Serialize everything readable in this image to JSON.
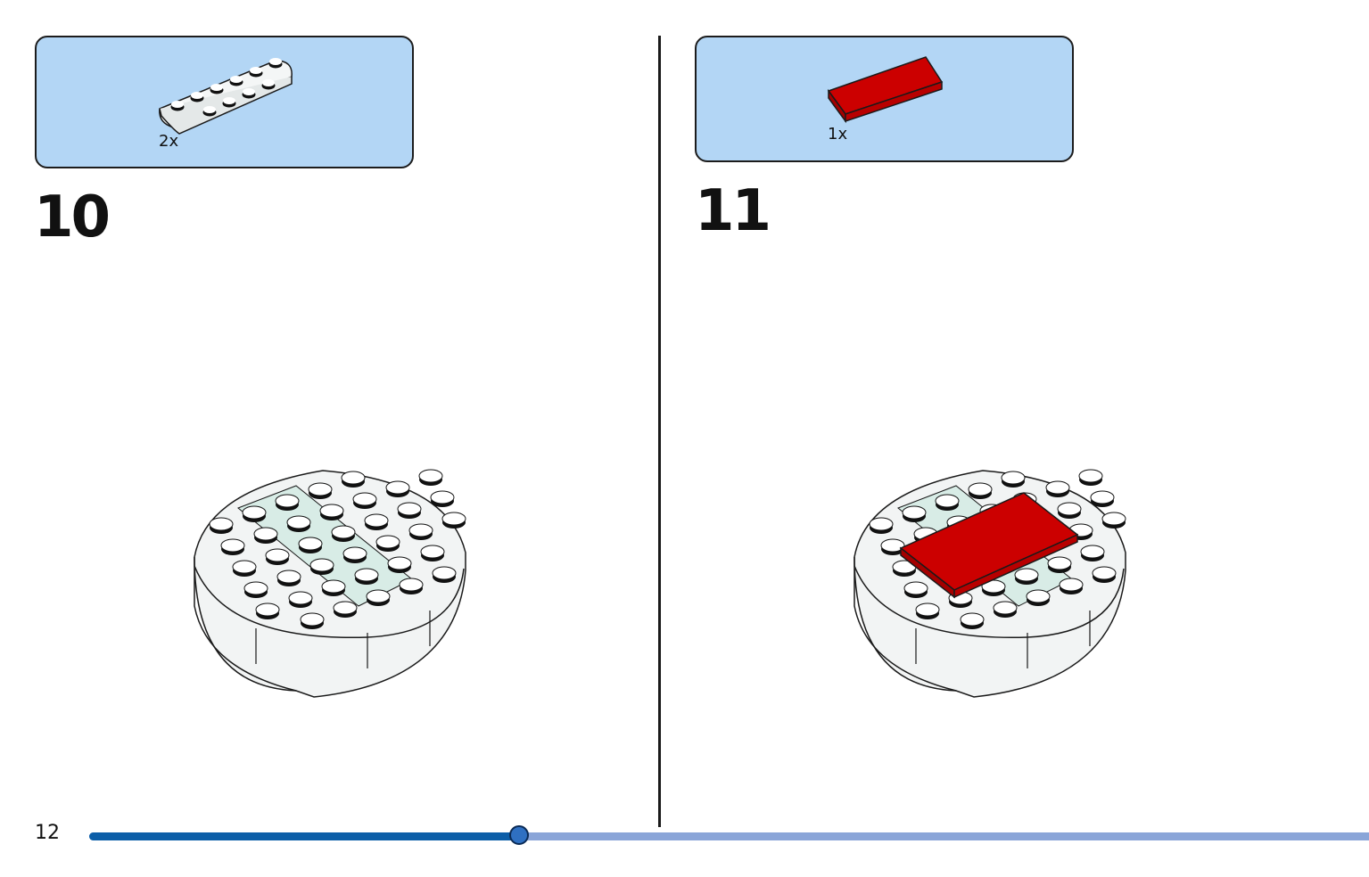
{
  "steps": [
    {
      "number": "10",
      "part_quantity": "2x",
      "part": "white-half-round-plate-icon"
    },
    {
      "number": "11",
      "part_quantity": "1x",
      "part": "red-tile-icon"
    }
  ],
  "footer": {
    "page_number": "12",
    "progress": 0.336
  },
  "colors": {
    "parts_box": "#b3d6f5",
    "red_tile": "#cc0000",
    "progress_fill": "#0c5ea8",
    "progress_track": "#8aa5d8"
  }
}
